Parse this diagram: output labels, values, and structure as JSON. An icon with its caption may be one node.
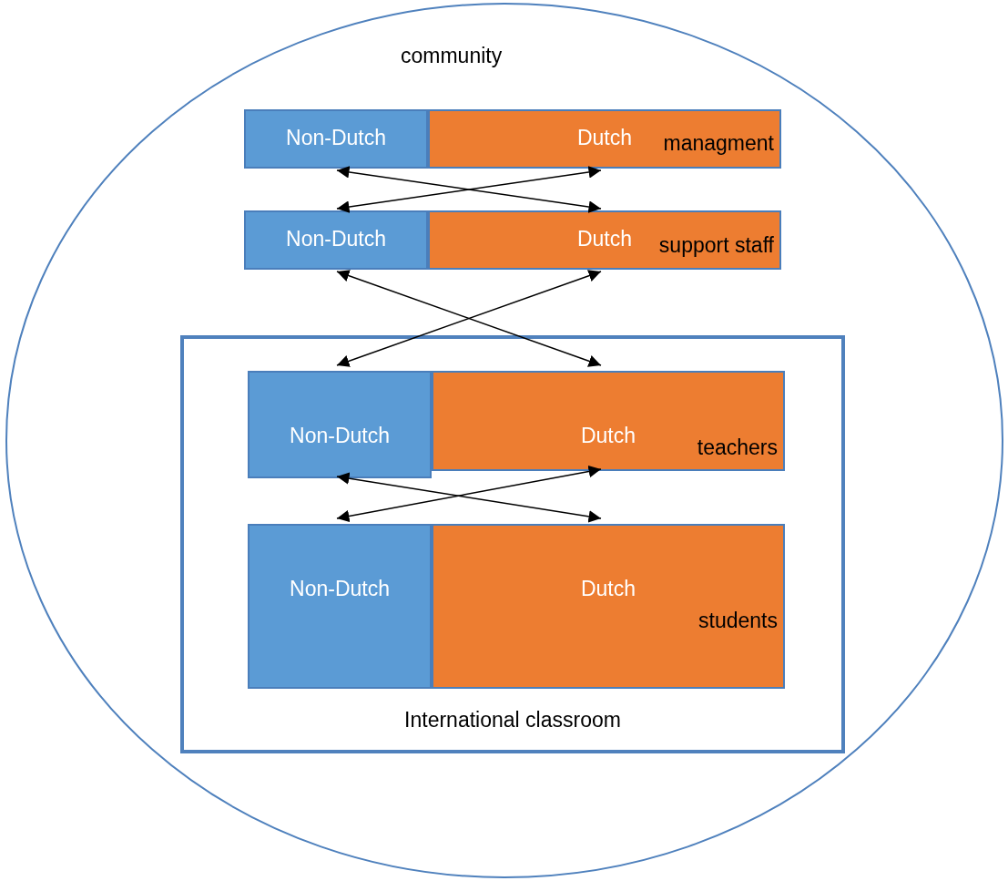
{
  "diagram": {
    "nodes": [
      {
        "text": [
          "community"
        ]
      },
      {
        "text": [
          "Non-Dutch"
        ],
        "in": 0
      },
      {
        "text": [
          "Dutch",
          "managment"
        ],
        "in": 0
      },
      {
        "text": [
          "Non-Dutch"
        ],
        "in": 0
      },
      {
        "text": [
          "Dutch",
          "support staff"
        ],
        "in": 0
      },
      {
        "text": [
          "International classroom"
        ],
        "in": 0
      },
      {
        "text": [
          "Non-Dutch"
        ],
        "in": 5
      },
      {
        "text": [
          "Dutch",
          "teachers"
        ],
        "in": 5
      },
      {
        "text": [
          "Non-Dutch"
        ],
        "in": 5
      },
      {
        "text": [
          "Dutch",
          "students"
        ],
        "in": 5
      }
    ],
    "edges": [
      {
        "from": 1,
        "to": 4,
        "arrow": "both"
      },
      {
        "from": 2,
        "to": 3,
        "arrow": "both"
      },
      {
        "from": 3,
        "to": 7,
        "arrow": "both"
      },
      {
        "from": 4,
        "to": 6,
        "arrow": "both"
      },
      {
        "from": 6,
        "to": 9,
        "arrow": "both"
      },
      {
        "from": 7,
        "to": 8,
        "arrow": "both"
      }
    ]
  }
}
